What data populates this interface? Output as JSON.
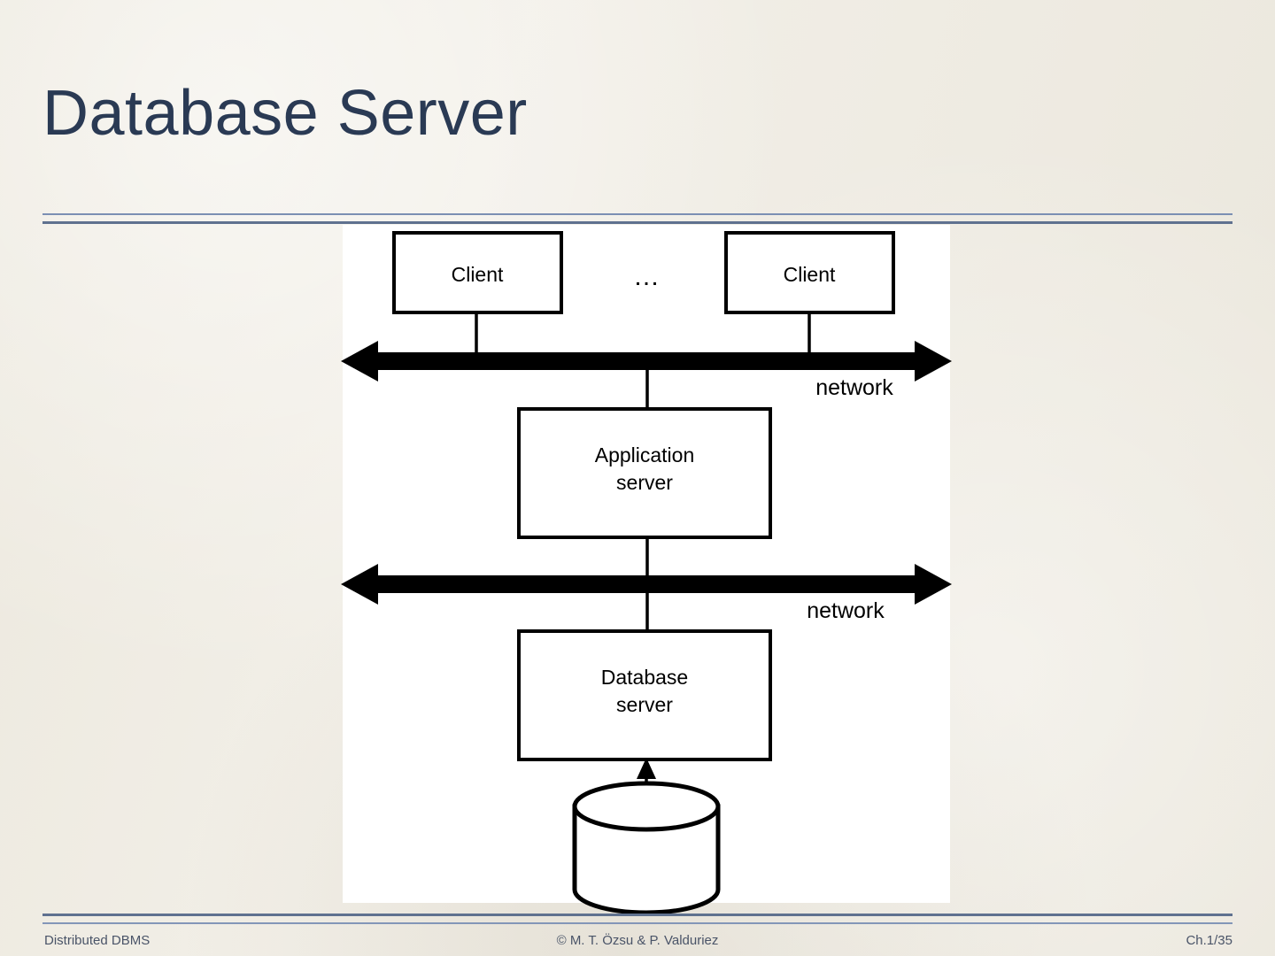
{
  "slide": {
    "title": "Database Server",
    "background_color": "#efece4",
    "title_color": "#2a3a54",
    "rule_color": "#5f718f"
  },
  "footer": {
    "left": "Distributed DBMS",
    "center": "© M. T. Özsu & P. Valduriez",
    "right": "Ch.1/35"
  },
  "diagram": {
    "canvas_color": "#ffffff",
    "client_left": "Client",
    "client_right": "Client",
    "ellipsis": "…",
    "network_label_top": "network",
    "network_label_bottom": "network",
    "app_server_line1": "Application",
    "app_server_line2": "server",
    "db_server_line1": "Database",
    "db_server_line2": "server"
  }
}
